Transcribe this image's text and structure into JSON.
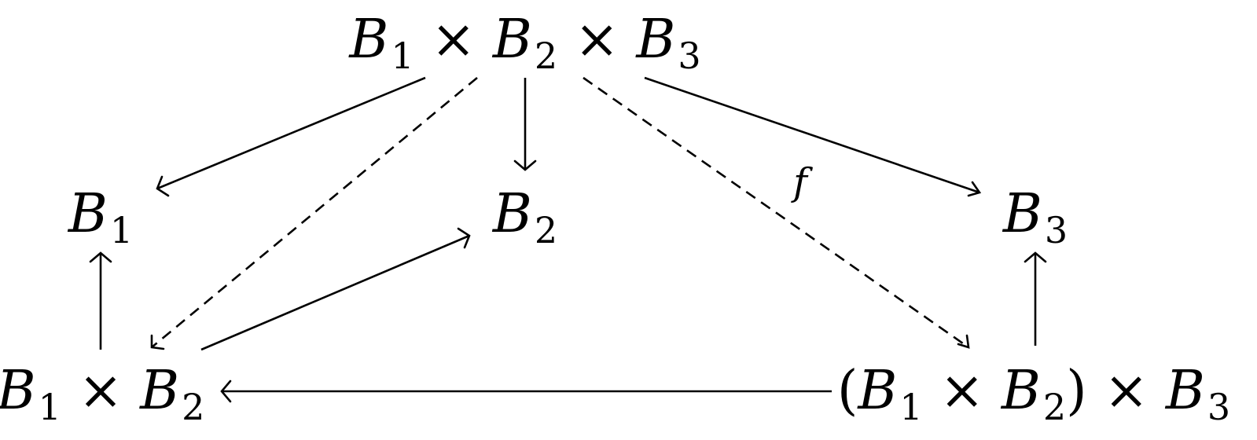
{
  "diagram": {
    "nodes": [
      {
        "id": "b123",
        "parts": [
          [
            "B",
            "v"
          ],
          [
            "1",
            "s"
          ],
          [
            " × ",
            "u"
          ],
          [
            "B",
            "v"
          ],
          [
            "2",
            "s"
          ],
          [
            " × ",
            "u"
          ],
          [
            "B",
            "v"
          ],
          [
            "3",
            "s"
          ]
        ]
      },
      {
        "id": "b1",
        "parts": [
          [
            "B",
            "v"
          ],
          [
            "1",
            "s"
          ]
        ]
      },
      {
        "id": "b2",
        "parts": [
          [
            "B",
            "v"
          ],
          [
            "2",
            "s"
          ]
        ]
      },
      {
        "id": "b3",
        "parts": [
          [
            "B",
            "v"
          ],
          [
            "3",
            "s"
          ]
        ]
      },
      {
        "id": "b12",
        "parts": [
          [
            "B",
            "v"
          ],
          [
            "1",
            "s"
          ],
          [
            " × ",
            "u"
          ],
          [
            "B",
            "v"
          ],
          [
            "2",
            "s"
          ]
        ]
      },
      {
        "id": "b12_3",
        "parts": [
          [
            "(",
            "u"
          ],
          [
            "B",
            "v"
          ],
          [
            "1",
            "s"
          ],
          [
            " × ",
            "u"
          ],
          [
            "B",
            "v"
          ],
          [
            "2",
            "s"
          ],
          [
            ")",
            "u"
          ],
          [
            " × ",
            "u"
          ],
          [
            "B",
            "v"
          ],
          [
            "3",
            "s"
          ]
        ]
      }
    ],
    "edges": [
      {
        "id": "b123-to-b1",
        "from": "b123",
        "to": "b1",
        "style": "solid"
      },
      {
        "id": "b123-to-b12",
        "from": "b123",
        "to": "b12",
        "style": "dashed"
      },
      {
        "id": "b123-to-b2",
        "from": "b123",
        "to": "b2",
        "style": "solid"
      },
      {
        "id": "b123-to-b12_3",
        "from": "b123",
        "to": "b12_3",
        "style": "dashed",
        "label": "f"
      },
      {
        "id": "b123-to-b3",
        "from": "b123",
        "to": "b3",
        "style": "solid"
      },
      {
        "id": "b12-to-b1",
        "from": "b12",
        "to": "b1",
        "style": "solid"
      },
      {
        "id": "b12-to-b2",
        "from": "b12",
        "to": "b2",
        "style": "solid"
      },
      {
        "id": "b12_3-to-b12",
        "from": "b12_3",
        "to": "b12",
        "style": "solid"
      },
      {
        "id": "b12_3-to-b3",
        "from": "b12_3",
        "to": "b3",
        "style": "solid"
      }
    ]
  }
}
